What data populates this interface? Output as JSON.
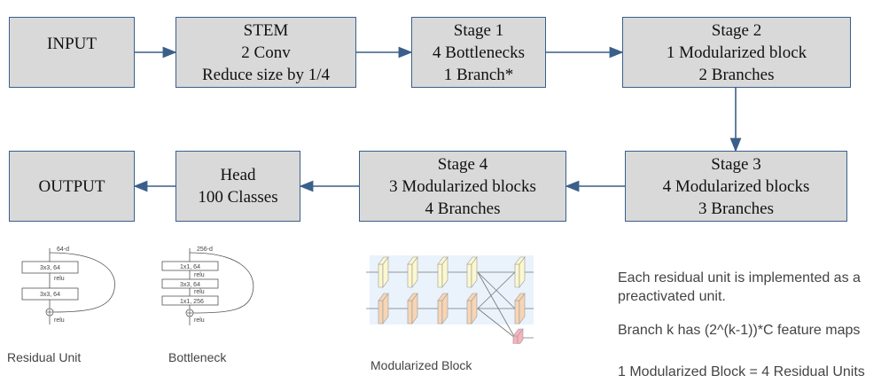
{
  "flow": {
    "input": {
      "lines": [
        "INPUT"
      ]
    },
    "stem": {
      "lines": [
        "STEM",
        "2 Conv",
        "Reduce size by 1/4"
      ]
    },
    "stage1": {
      "lines": [
        "Stage 1",
        "4 Bottlenecks",
        "1 Branch*"
      ]
    },
    "stage2": {
      "lines": [
        "Stage 2",
        "1 Modularized block",
        "2 Branches"
      ]
    },
    "stage3": {
      "lines": [
        "Stage 3",
        "4 Modularized blocks",
        "3 Branches"
      ]
    },
    "stage4": {
      "lines": [
        "Stage 4",
        "3 Modularized blocks",
        "4 Branches"
      ]
    },
    "head": {
      "lines": [
        "Head",
        "100 Classes"
      ]
    },
    "output": {
      "lines": [
        "OUTPUT"
      ]
    }
  },
  "residual_unit": {
    "caption": "Residual Unit",
    "input_label": "64-d",
    "layers": [
      "3x3, 64",
      "3x3, 64"
    ],
    "activation": "relu"
  },
  "bottleneck": {
    "caption": "Bottleneck",
    "input_label": "256-d",
    "layers": [
      "1x1, 64",
      "3x3, 64",
      "1x1, 256"
    ],
    "activation": "relu"
  },
  "modularized_block": {
    "caption": "Modularized Block",
    "colors": {
      "branch1": "#fbf7cf",
      "branch2": "#f7d5b5",
      "branch3": "#f7b3bf",
      "background": "#eaf3fc"
    }
  },
  "notes": [
    "Each residual unit is implemented as a preactivated unit.",
    "Branch k has (2^(k-1))*C feature maps",
    "1 Modularized Block = 4 Residual Units"
  ],
  "colors": {
    "box_fill": "#d9d9d9",
    "box_border": "#3a5f8a",
    "arrow": "#3a5f8a"
  }
}
